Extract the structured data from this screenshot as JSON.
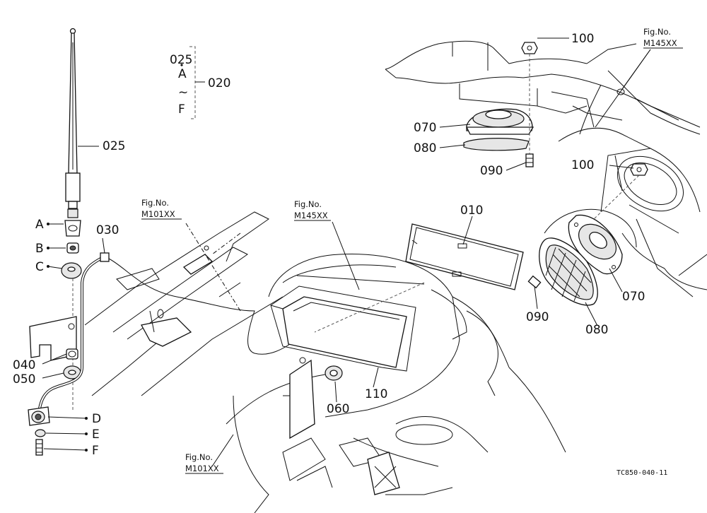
{
  "labels": {
    "p025_range": "025",
    "p020": "020",
    "range_a": "A",
    "range_tilde": "~",
    "range_f": "F",
    "p025": "025",
    "p030": "030",
    "a": "A",
    "b": "B",
    "c": "C",
    "p040": "040",
    "p050": "050",
    "d": "D",
    "e": "E",
    "f": "F",
    "p010": "010",
    "p060": "060",
    "p110": "110",
    "p070_top": "070",
    "p080_top": "080",
    "p090_top": "090",
    "p100_top": "100",
    "p100_mid": "100",
    "p070_right": "070",
    "p080_right": "080",
    "p090_right": "090"
  },
  "fig_refs": {
    "fig_no_1": "Fig.No.",
    "m101_1": "M101XX",
    "fig_no_2": "Fig.No.",
    "m145_1": "M145XX",
    "fig_no_3": "Fig.No.",
    "m145_2": "M145XX",
    "fig_no_4": "Fig.No.",
    "m101_2": "M101XX"
  },
  "drawing_code": "TC850-040-11"
}
